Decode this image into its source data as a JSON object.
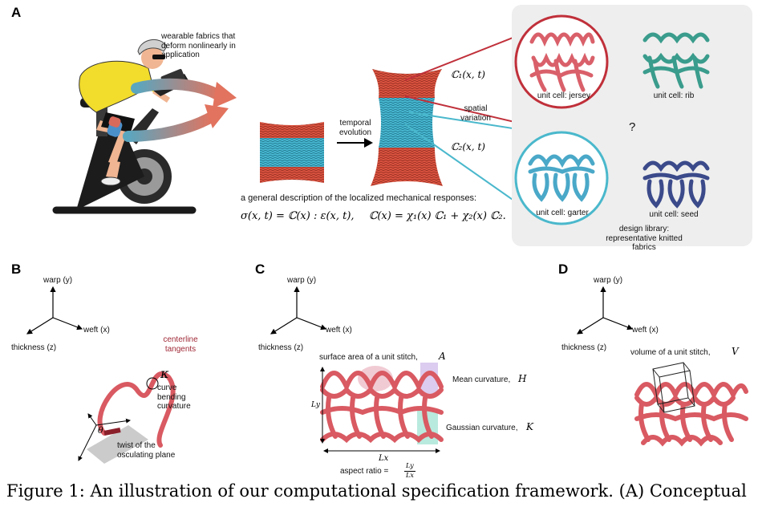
{
  "panels": {
    "a": "A",
    "b": "B",
    "c": "C",
    "d": "D"
  },
  "panel_a": {
    "wearable_note": "wearable fabrics that deform nonlinearly in application",
    "temporal_evolution": "temporal evolution",
    "spatial_variation": "spatial variation",
    "c1": "ℂ₁(x, t)",
    "c2": "ℂ₂(x, t)",
    "question_mark": "?",
    "general_description": "a general description of the localized mechanical responses:",
    "equation_1": "σ(x, t) = ℂ(x) : ε(x, t),",
    "equation_2": "ℂ(x) = χ₁(x) ℂ₁ + χ₂(x) ℂ₂.",
    "unit_jersey": "unit cell: jersey",
    "unit_rib": "unit cell: rib",
    "unit_garter": "unit cell: garter",
    "unit_seed": "unit cell: seed",
    "design_library": "design library: representative knitted fabrics",
    "colors": {
      "red_fabric": "#d9523f",
      "blue_fabric": "#47b6cf",
      "jersey_circle": "#c0303a",
      "garter_circle": "#4ab8cc",
      "rib": "#3a9c8c",
      "seed": "#3b4a8a",
      "library_bg": "#eeeeee"
    }
  },
  "panel_b": {
    "warp": "warp (y)",
    "weft": "weft (x)",
    "thickness": "thickness (z)",
    "centerline_tangents": "centerline tangents",
    "kappa": "κ",
    "curve_bending": "curve bending curvature",
    "theta": "θ",
    "twist": "twist of the osculating plane"
  },
  "panel_c": {
    "warp": "warp (y)",
    "weft": "weft (x)",
    "thickness": "thickness (z)",
    "surface_area": "surface area of a unit stitch,",
    "A": "A",
    "mean_curvature": "Mean curvature,",
    "H": "H",
    "gaussian_curvature": "Gaussian curvature,",
    "K": "K",
    "Ly": "Ly",
    "Lx": "Lx",
    "aspect_ratio": "aspect ratio =",
    "aspect_num": "Ly",
    "aspect_den": "Lx"
  },
  "panel_d": {
    "warp": "warp (y)",
    "weft": "weft (x)",
    "thickness": "thickness (z)",
    "volume": "volume of a unit stitch,",
    "V": "V"
  },
  "caption": "Figure 1: An illustration of our computational specification framework. (A) Conceptual"
}
